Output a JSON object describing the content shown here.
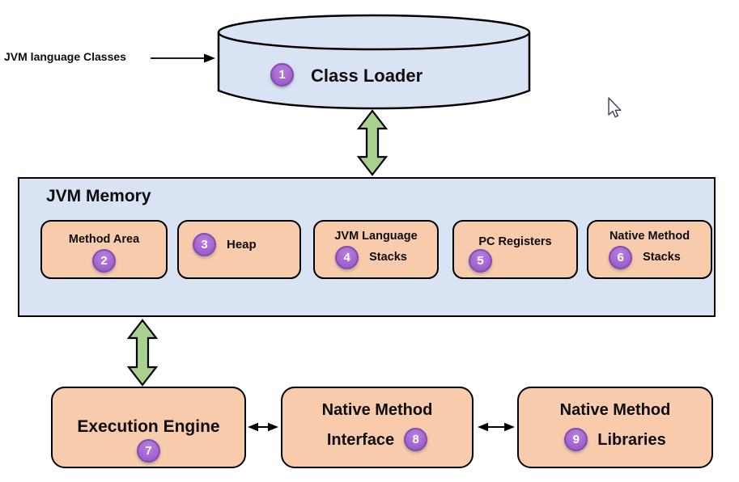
{
  "colors": {
    "container_fill": "#dae3f3",
    "box_fill": "#f8cbad",
    "arrow_green": "#a9d18e",
    "badge_fill": "#a767d2",
    "badge_border": "#7e4fae",
    "outline": "#000000"
  },
  "input_annotation": {
    "label": "JVM language Classes"
  },
  "class_loader": {
    "badge": "1",
    "label": "Class Loader"
  },
  "jvm_memory": {
    "title": "JVM Memory",
    "boxes": [
      {
        "badge": "2",
        "label": "Method Area"
      },
      {
        "badge": "3",
        "label": "Heap"
      },
      {
        "badge": "4",
        "line1": "JVM Language",
        "line2": "Stacks"
      },
      {
        "badge": "5",
        "label": "PC Registers"
      },
      {
        "badge": "6",
        "line1": "Native Method",
        "line2": "Stacks"
      }
    ]
  },
  "engine_row": {
    "execution_engine": {
      "badge": "7",
      "label": "Execution Engine"
    },
    "native_method_interface": {
      "badge": "8",
      "line1": "Native Method",
      "line2": "Interface"
    },
    "native_method_libraries": {
      "badge": "9",
      "line1": "Native Method",
      "line2": "Libraries"
    }
  }
}
